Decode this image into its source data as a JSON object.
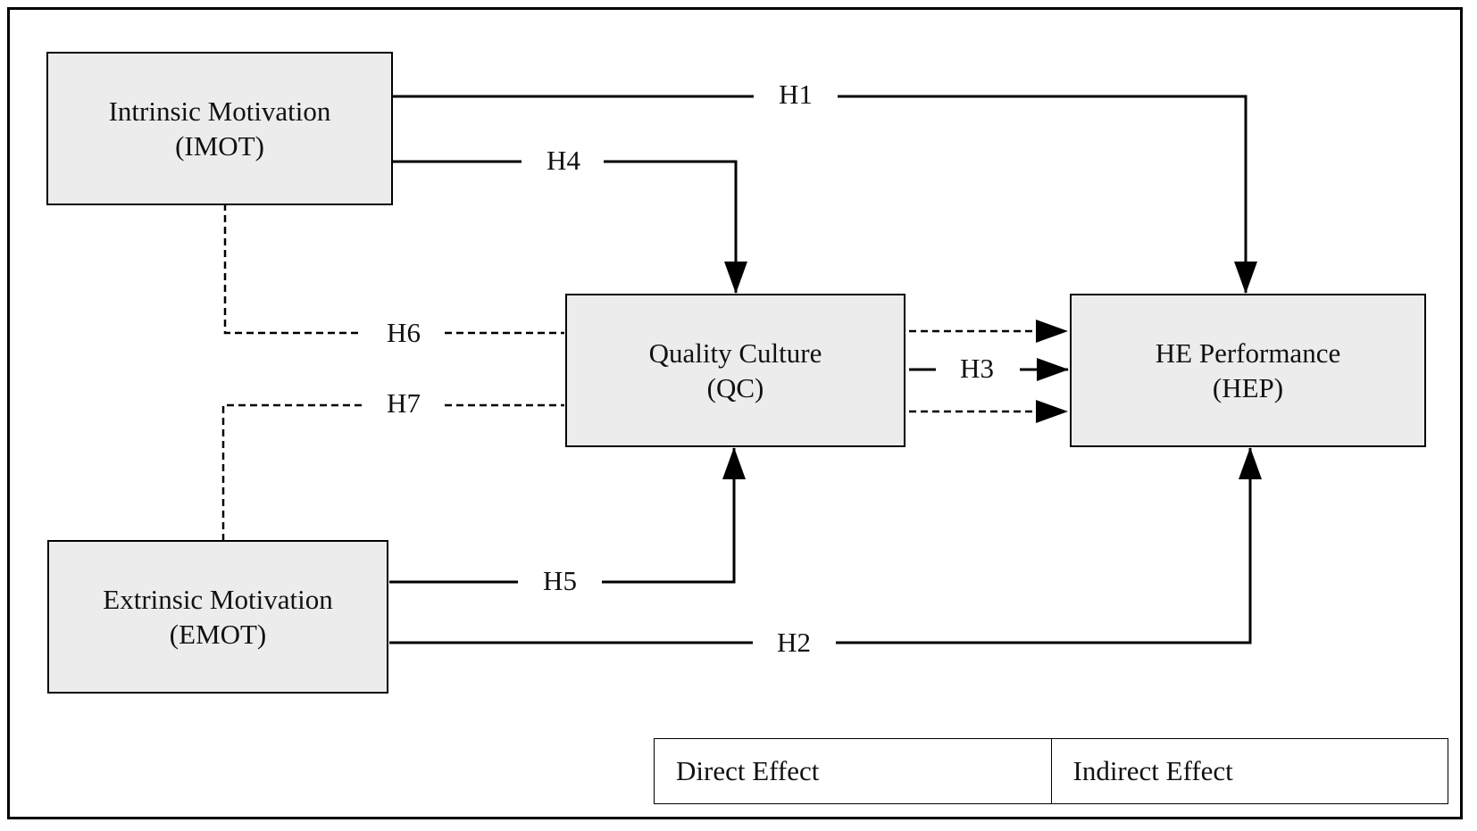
{
  "nodes": {
    "imot": {
      "line1": "Intrinsic Motivation",
      "line2": "(IMOT)"
    },
    "emot": {
      "line1": "Extrinsic Motivation",
      "line2": "(EMOT)"
    },
    "qc": {
      "line1": "Quality Culture",
      "line2": "(QC)"
    },
    "hep": {
      "line1": "HE Performance",
      "line2": "(HEP)"
    }
  },
  "paths": {
    "h1": "H1",
    "h2": "H2",
    "h3": "H3",
    "h4": "H4",
    "h5": "H5",
    "h6": "H6",
    "h7": "H7"
  },
  "legend": {
    "direct": "Direct Effect",
    "indirect": "Indirect Effect"
  },
  "colors": {
    "box_fill": "#ececec",
    "stroke": "#000000"
  }
}
